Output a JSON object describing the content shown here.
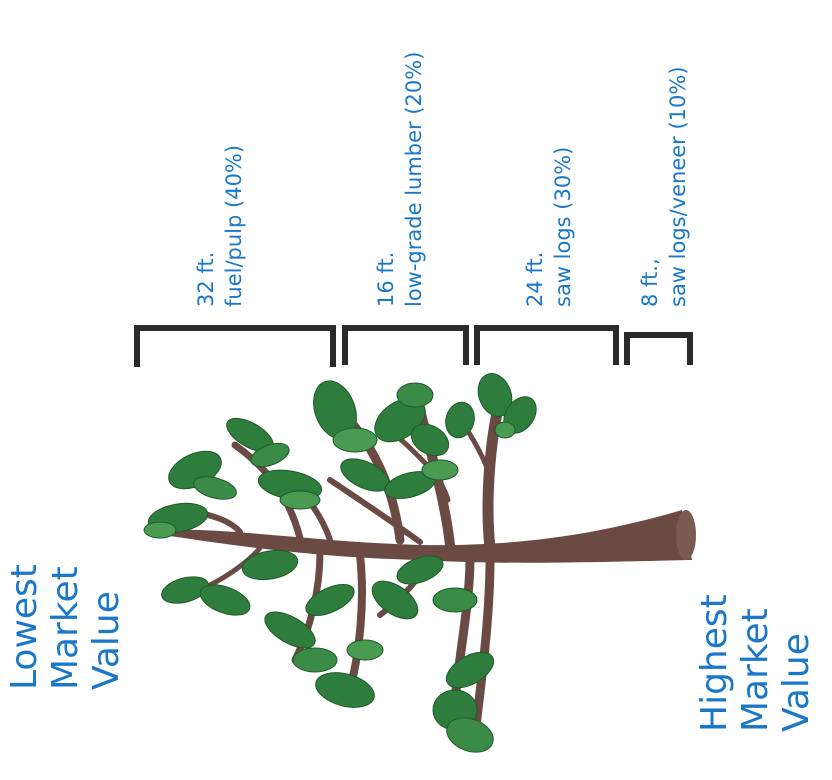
{
  "colors": {
    "label_text": "#1b78c8",
    "bracket": "#2a2a2a",
    "trunk": "#6b4a44",
    "leaf": "#2f7d3c",
    "leaf_dark": "#1f5a2b"
  },
  "side_labels": {
    "left": [
      "Lowest",
      "Market",
      "Value"
    ],
    "right": [
      "Highest",
      "Market",
      "Value"
    ]
  },
  "segments": [
    {
      "length": "32 ft.",
      "grade": "fuel/pulp (40%)"
    },
    {
      "length": "16 ft.",
      "grade": "low-grade lumber (20%)"
    },
    {
      "length": "24 ft.",
      "grade": "saw logs (30%)"
    },
    {
      "length": "8 ft.,",
      "grade": "saw logs/veneer (10%)"
    }
  ]
}
